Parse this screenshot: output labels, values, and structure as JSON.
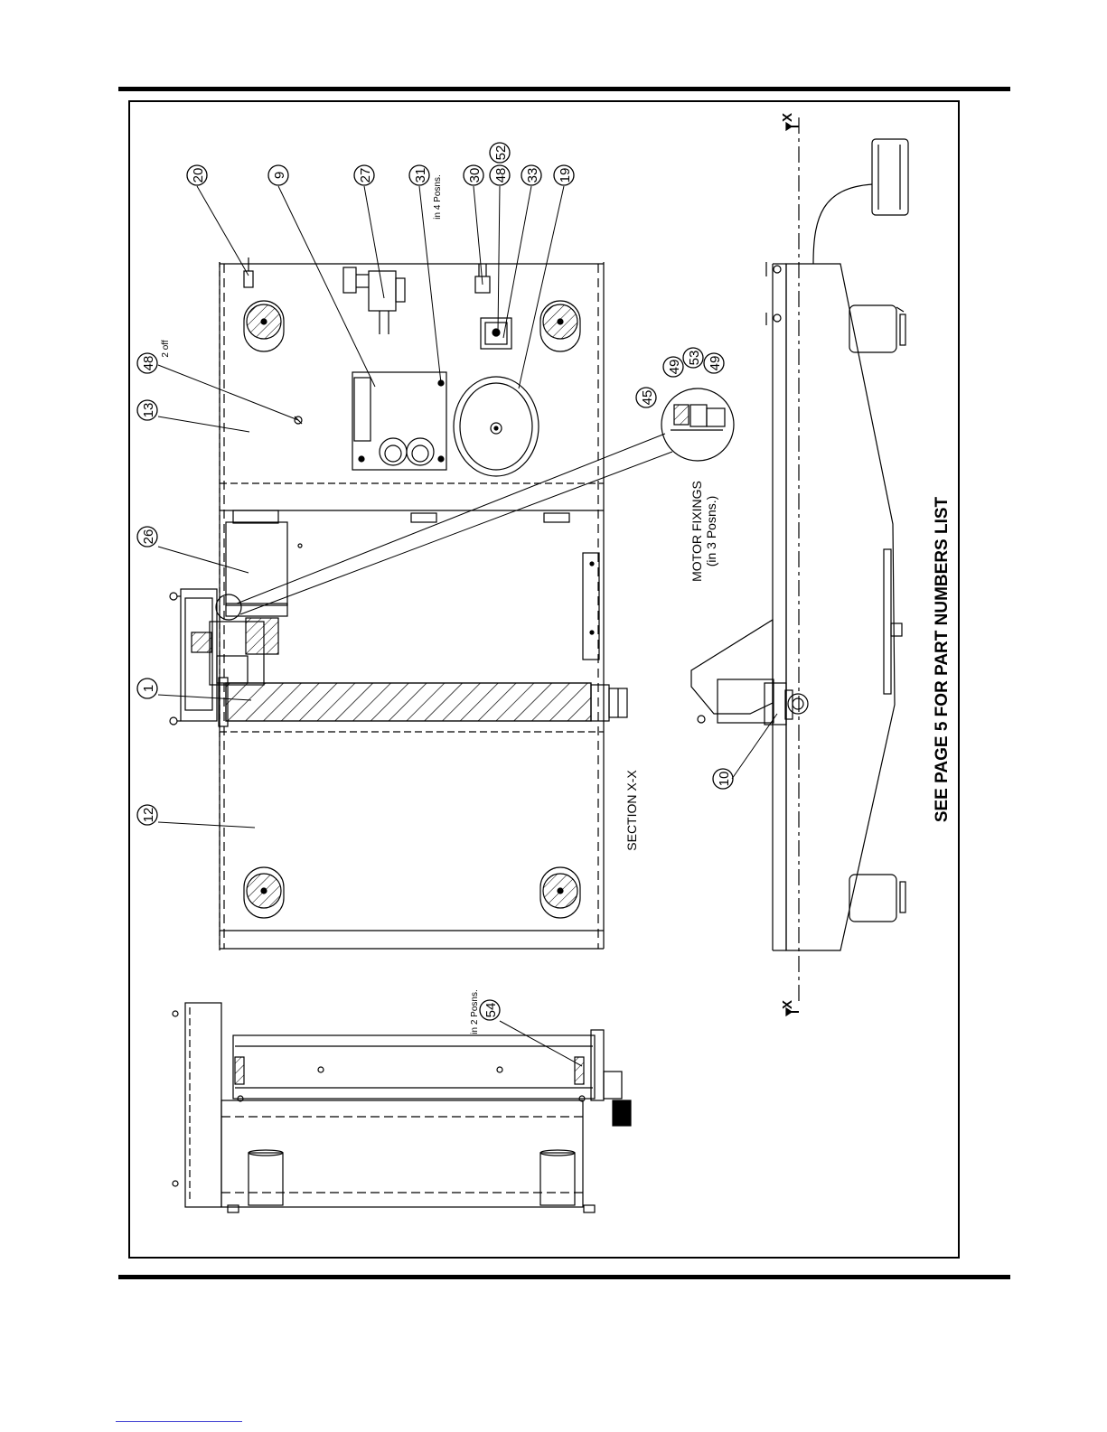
{
  "drawing": {
    "section_label": "SECTION X-X",
    "section_marker": "X",
    "fixings_label": "MOTOR FIXINGS",
    "fixings_sub": "(in 3 Posns.)",
    "see_note": "SEE PAGE 5 FOR PART NUMBERS LIST",
    "callouts": {
      "c20": "20",
      "c9": "9",
      "c27": "27",
      "c31": "31",
      "c30": "30",
      "c48a": "48",
      "c52": "52",
      "c33": "33",
      "c19": "19",
      "c48b": "48",
      "c13": "13",
      "c26": "26",
      "c1": "1",
      "c12": "12",
      "c45": "45",
      "c49a": "49",
      "c53": "53",
      "c49b": "49",
      "c10": "10",
      "c54": "54"
    },
    "notes": {
      "in4": "in 4 Posns.",
      "two_off": "2 off",
      "in2": "in 2 Posns."
    }
  }
}
